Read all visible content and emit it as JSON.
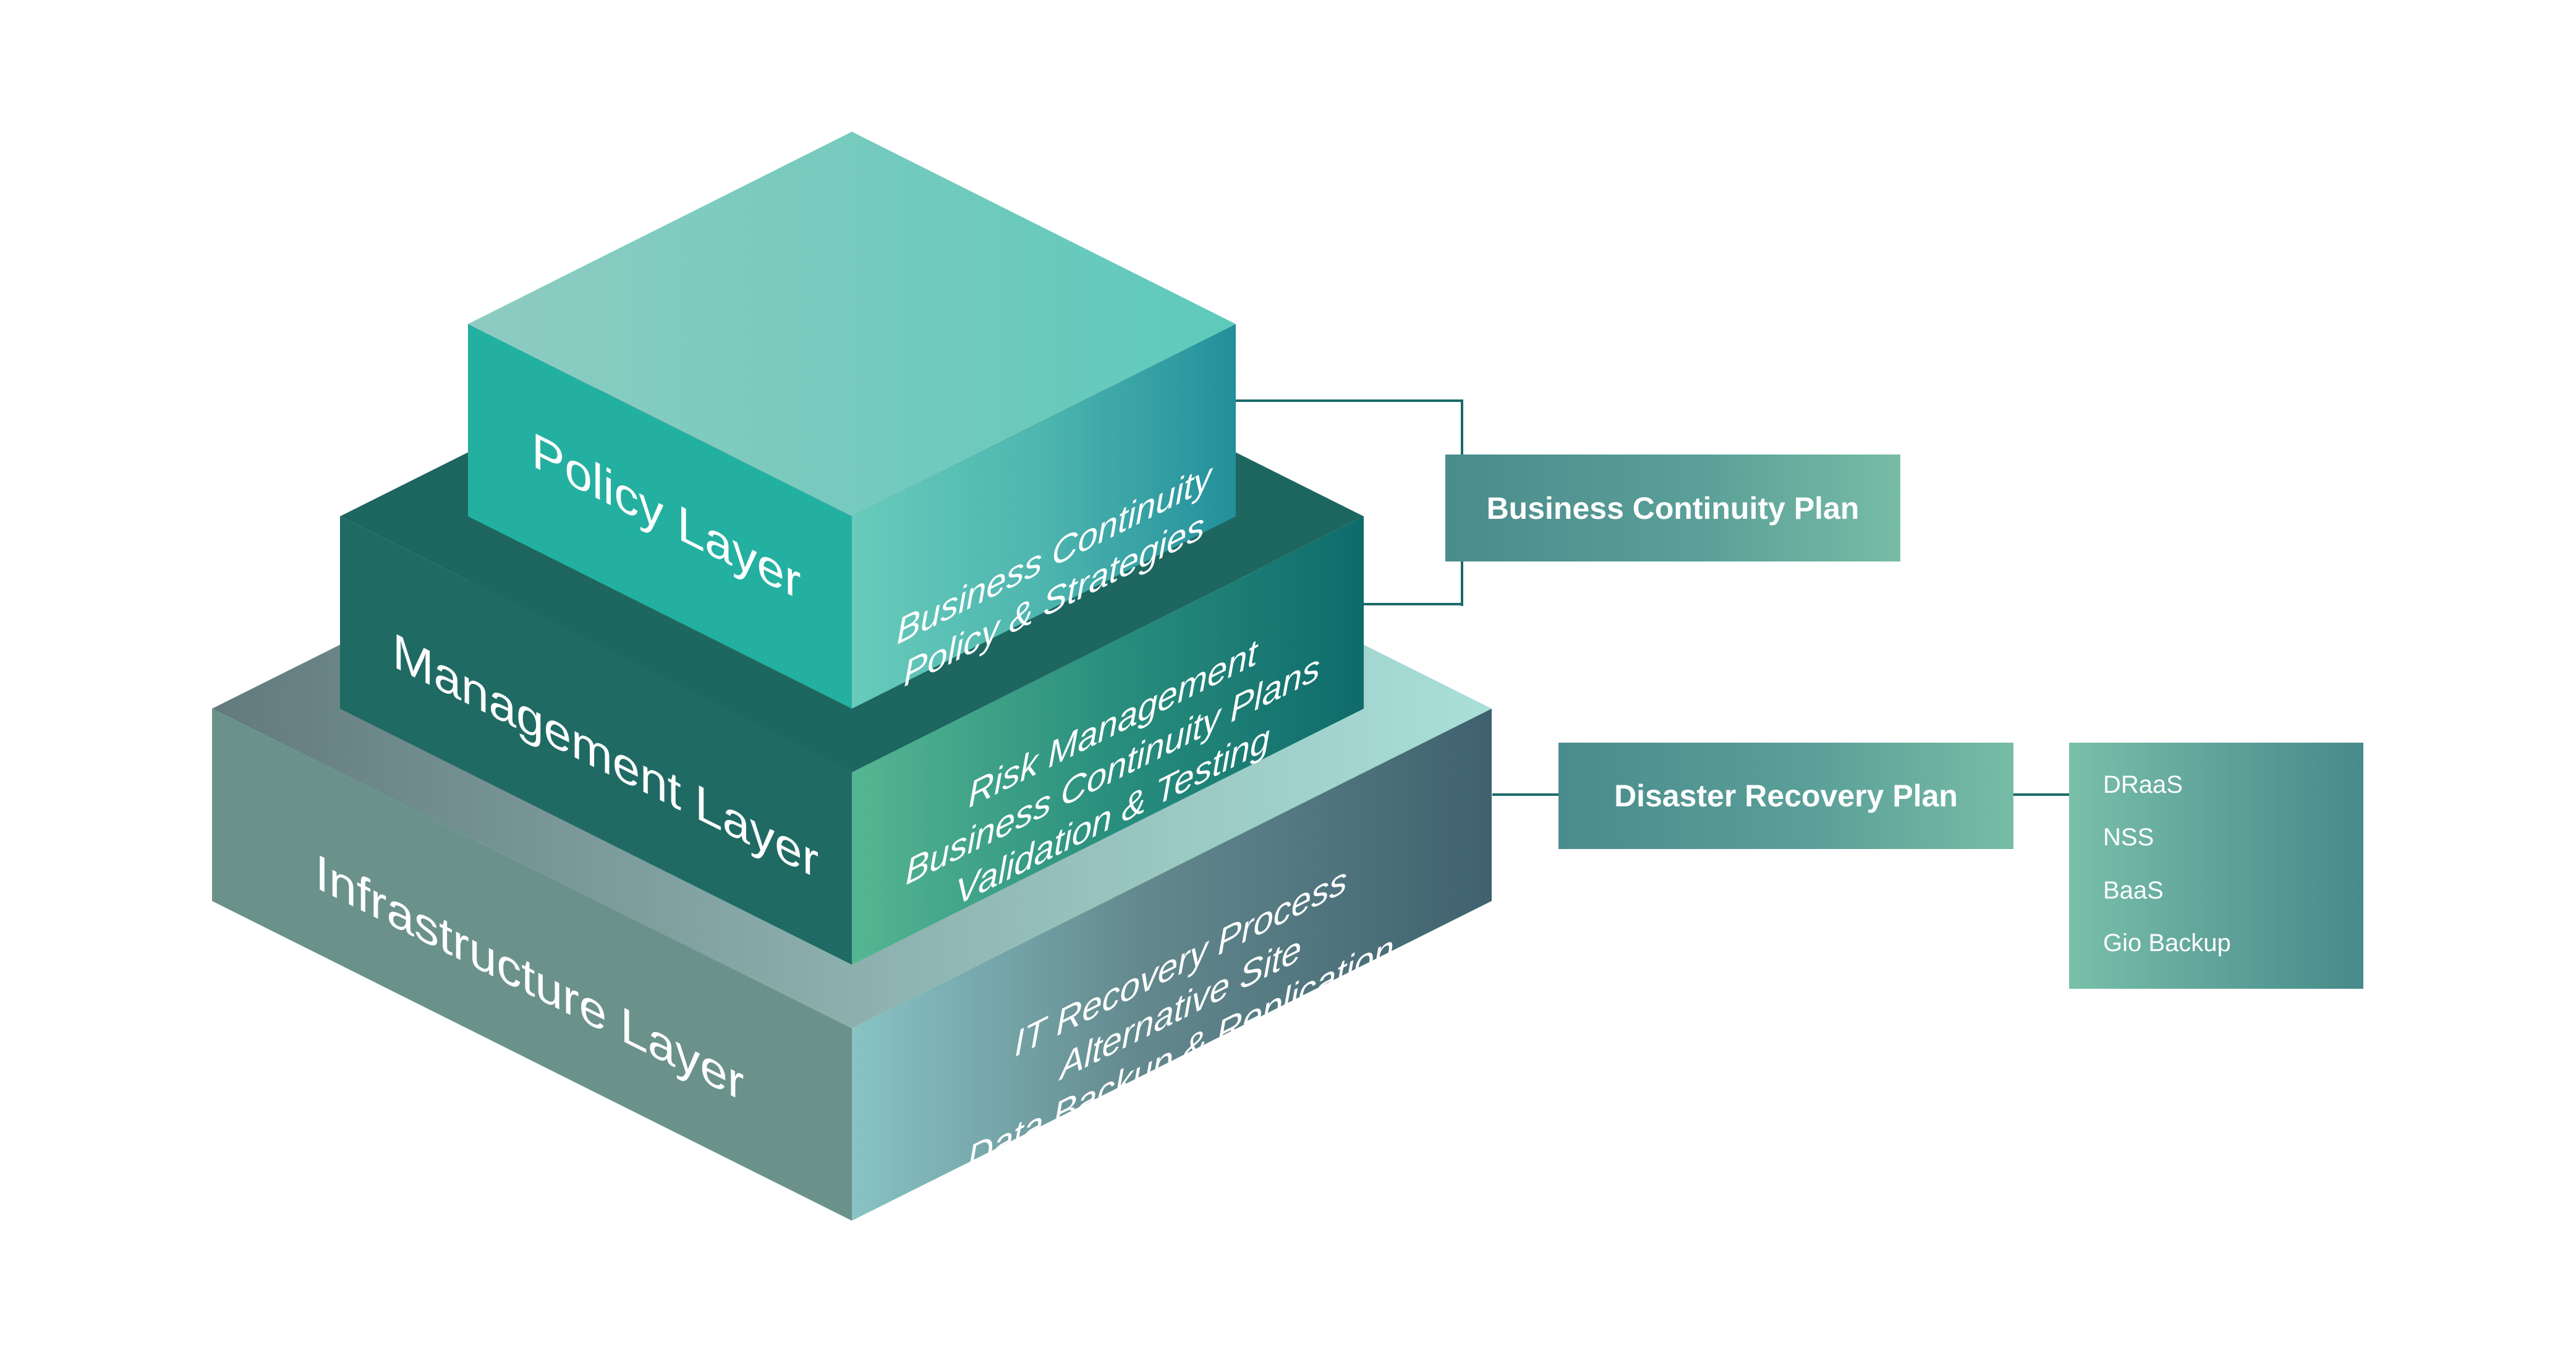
{
  "layers": [
    {
      "id": "policy",
      "name": "Policy Layer",
      "details": [
        "Business Continuity",
        "Policy & Strategies"
      ]
    },
    {
      "id": "management",
      "name": "Management Layer",
      "details": [
        "Risk Management",
        "Business Continuity Plans",
        "Validation & Testing"
      ]
    },
    {
      "id": "infrastructure",
      "name": "Infrastructure Layer",
      "details": [
        "IT Recovery Process",
        "Alternative Site",
        "Data Backup & Replication"
      ]
    }
  ],
  "plans": {
    "business_continuity": {
      "label": "Business Continuity Plan",
      "covers": [
        "Policy Layer",
        "Management Layer"
      ]
    },
    "disaster_recovery": {
      "label": "Disaster Recovery Plan",
      "covers": [
        "Infrastructure Layer"
      ]
    }
  },
  "services": {
    "items": [
      "DRaaS",
      "NSS",
      "BaaS",
      "Gio Backup"
    ]
  },
  "colors": {
    "connector": "#1a6a68",
    "policy_left": "#24b0a0",
    "management_left": "#206a64",
    "infrastructure_left": "#6b918b",
    "plan_box_start": "#4a8b8c",
    "plan_box_end": "#77bca5"
  }
}
